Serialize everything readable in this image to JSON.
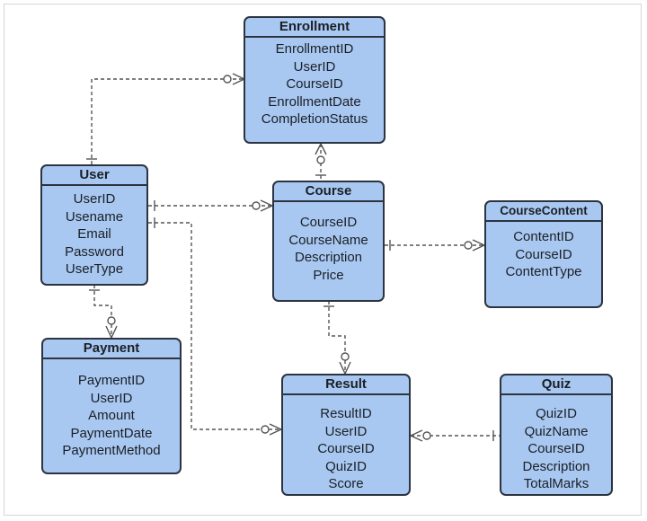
{
  "entities": {
    "enrollment": {
      "name": "Enrollment",
      "fields": [
        "EnrollmentID",
        "UserID",
        "CourseID",
        "EnrollmentDate",
        "CompletionStatus"
      ]
    },
    "user": {
      "name": "User",
      "fields": [
        "UserID",
        "Usename",
        "Email",
        "Password",
        "UserType"
      ]
    },
    "course": {
      "name": "Course",
      "fields": [
        "CourseID",
        "CourseName",
        "Description",
        "Price"
      ]
    },
    "coursecontent": {
      "name": "CourseContent",
      "fields": [
        "ContentID",
        "CourseID",
        "ContentType"
      ]
    },
    "payment": {
      "name": "Payment",
      "fields": [
        "PaymentID",
        "UserID",
        "Amount",
        "PaymentDate",
        "PaymentMethod"
      ]
    },
    "result": {
      "name": "Result",
      "fields": [
        "ResultID",
        "UserID",
        "CourseID",
        "QuizID",
        "Score"
      ]
    },
    "quiz": {
      "name": "Quiz",
      "fields": [
        "QuizID",
        "QuizName",
        "CourseID",
        "Description",
        "TotalMarks"
      ]
    }
  },
  "relationships": [
    {
      "from": "user",
      "to": "enrollment",
      "from_cardinality": "one",
      "to_cardinality": "zero-or-many"
    },
    {
      "from": "course",
      "to": "enrollment",
      "from_cardinality": "one",
      "to_cardinality": "zero-or-many"
    },
    {
      "from": "user",
      "to": "course",
      "from_cardinality": "one",
      "to_cardinality": "zero-or-many"
    },
    {
      "from": "course",
      "to": "coursecontent",
      "from_cardinality": "one",
      "to_cardinality": "zero-or-many"
    },
    {
      "from": "user",
      "to": "payment",
      "from_cardinality": "one",
      "to_cardinality": "zero-or-many"
    },
    {
      "from": "course",
      "to": "result",
      "from_cardinality": "one",
      "to_cardinality": "zero-or-many"
    },
    {
      "from": "user",
      "to": "result",
      "from_cardinality": "one",
      "to_cardinality": "zero-or-many"
    },
    {
      "from": "quiz",
      "to": "result",
      "from_cardinality": "one",
      "to_cardinality": "zero-or-many"
    }
  ],
  "colors": {
    "entity_fill": "#a9c8f1",
    "entity_border": "#2b3440",
    "connector": "#555555"
  }
}
